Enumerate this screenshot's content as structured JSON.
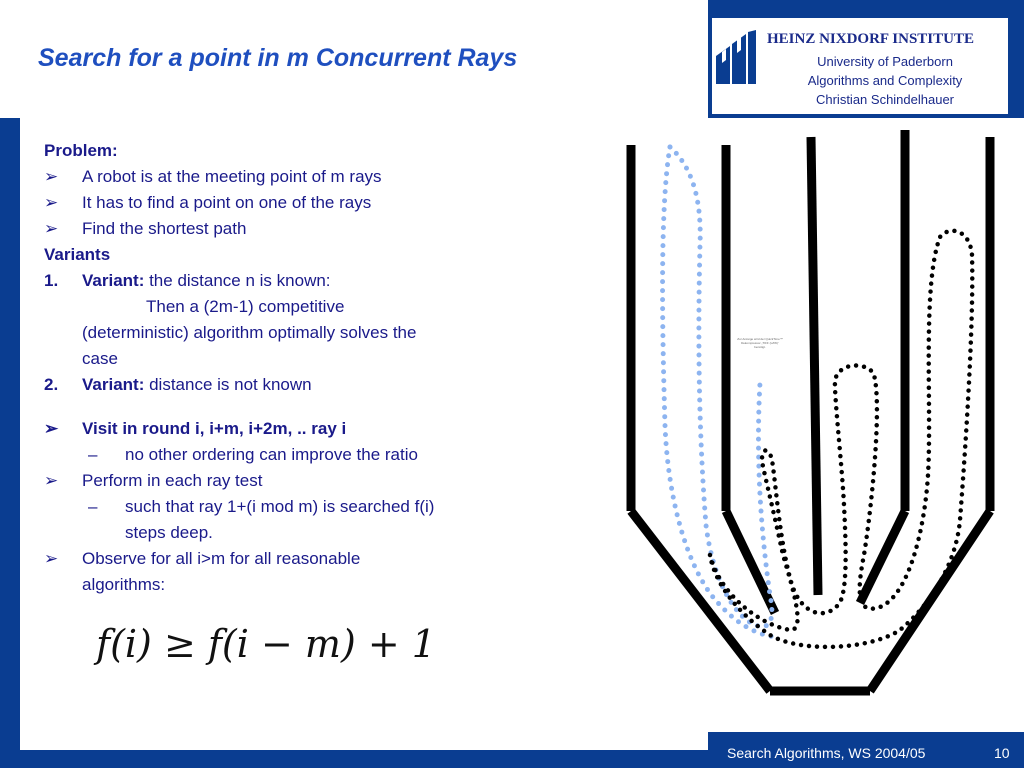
{
  "header": {
    "title": "Search for a point in m Concurrent Rays",
    "institute": {
      "name": "HEINZ NIXDORF INSTITUTE",
      "lines": [
        "University of Paderborn",
        "Algorithms and Complexity",
        "Christian Schindelhauer"
      ]
    }
  },
  "content": {
    "problem_heading": "Problem:",
    "problem_items": [
      "A robot is at the meeting point of m rays",
      "It has to find a point on one of the rays",
      "Find the shortest path"
    ],
    "variants_heading": "Variants",
    "variant1": {
      "number": "1.",
      "label": "Variant:",
      "text": " the distance n is known:",
      "line2": "Then a (2m-1) competitive",
      "line3": "(deterministic) algorithm optimally solves the",
      "line4": "case"
    },
    "variant2": {
      "number": "2.",
      "label": "Variant:",
      "text": " distance is not known"
    },
    "bullet_visit": "Visit in round i, i+m, i+2m, .. ray i",
    "sub_visit": "no other ordering can improve the ratio",
    "bullet_perform": "Perform in each ray test",
    "sub_perform_1": "such that ray 1+(i mod m) is searched f(i)",
    "sub_perform_2": "steps deep.",
    "bullet_observe_1": "Observe for all i>m for all reasonable",
    "bullet_observe_2": "algorithms:",
    "formula": "f(i) ≥ f(i − m) + 1",
    "bullet_marker": "➢",
    "dash_marker": "–"
  },
  "diagram": {
    "placeholder_lines": [
      "Zur Anzeige wird der QuickTime™",
      "Dekompressor „TIFF (LZW)“",
      "benötigt."
    ]
  },
  "footer": {
    "course": "Search Algorithms, WS 2004/05",
    "page": "10"
  },
  "colors": {
    "brand_blue": "#0a3d91",
    "title_blue": "#1f4fbf",
    "text_navy": "#1a1a8a",
    "light_blue_path": "#8db4f0"
  }
}
